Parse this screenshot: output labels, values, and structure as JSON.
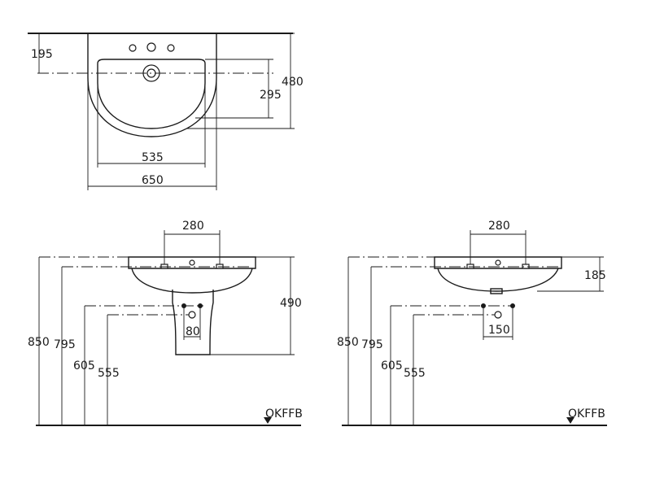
{
  "top_view": {
    "dims": {
      "d195": "195",
      "d480": "480",
      "d295": "295",
      "d535": "535",
      "d650": "650"
    }
  },
  "pedestal_view": {
    "dims": {
      "d280": "280",
      "d490": "490",
      "d80": "80",
      "d850": "850",
      "d795": "795",
      "d605": "605",
      "d555": "555"
    },
    "floor_label": "OKFFB"
  },
  "wall_view": {
    "dims": {
      "d280": "280",
      "d185": "185",
      "d150": "150",
      "d850": "850",
      "d795": "795",
      "d605": "605",
      "d555": "555"
    },
    "floor_label": "OKFFB"
  }
}
